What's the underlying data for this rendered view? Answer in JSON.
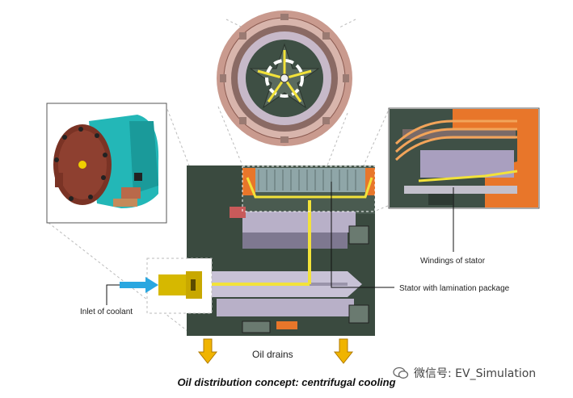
{
  "labels": {
    "windings": "Windings of stator",
    "stator": "Stator with lamination package",
    "inlet": "Inlet of coolant",
    "oil_drains": "Oil drains"
  },
  "caption": "Oil distribution concept: centrifugal cooling",
  "watermark": "微信号: EV_Simulation",
  "colors": {
    "housing_dark": "#3a4a3f",
    "coolant_arrow": "#2aa7e0",
    "drain_arrow": "#f0b400",
    "oil_path": "#f2e23a",
    "motor_teal": "#23b7b7",
    "motor_brown": "#8a3a2a",
    "rotor_grey": "#b8b0c8",
    "stator_orange": "#e8762a"
  }
}
